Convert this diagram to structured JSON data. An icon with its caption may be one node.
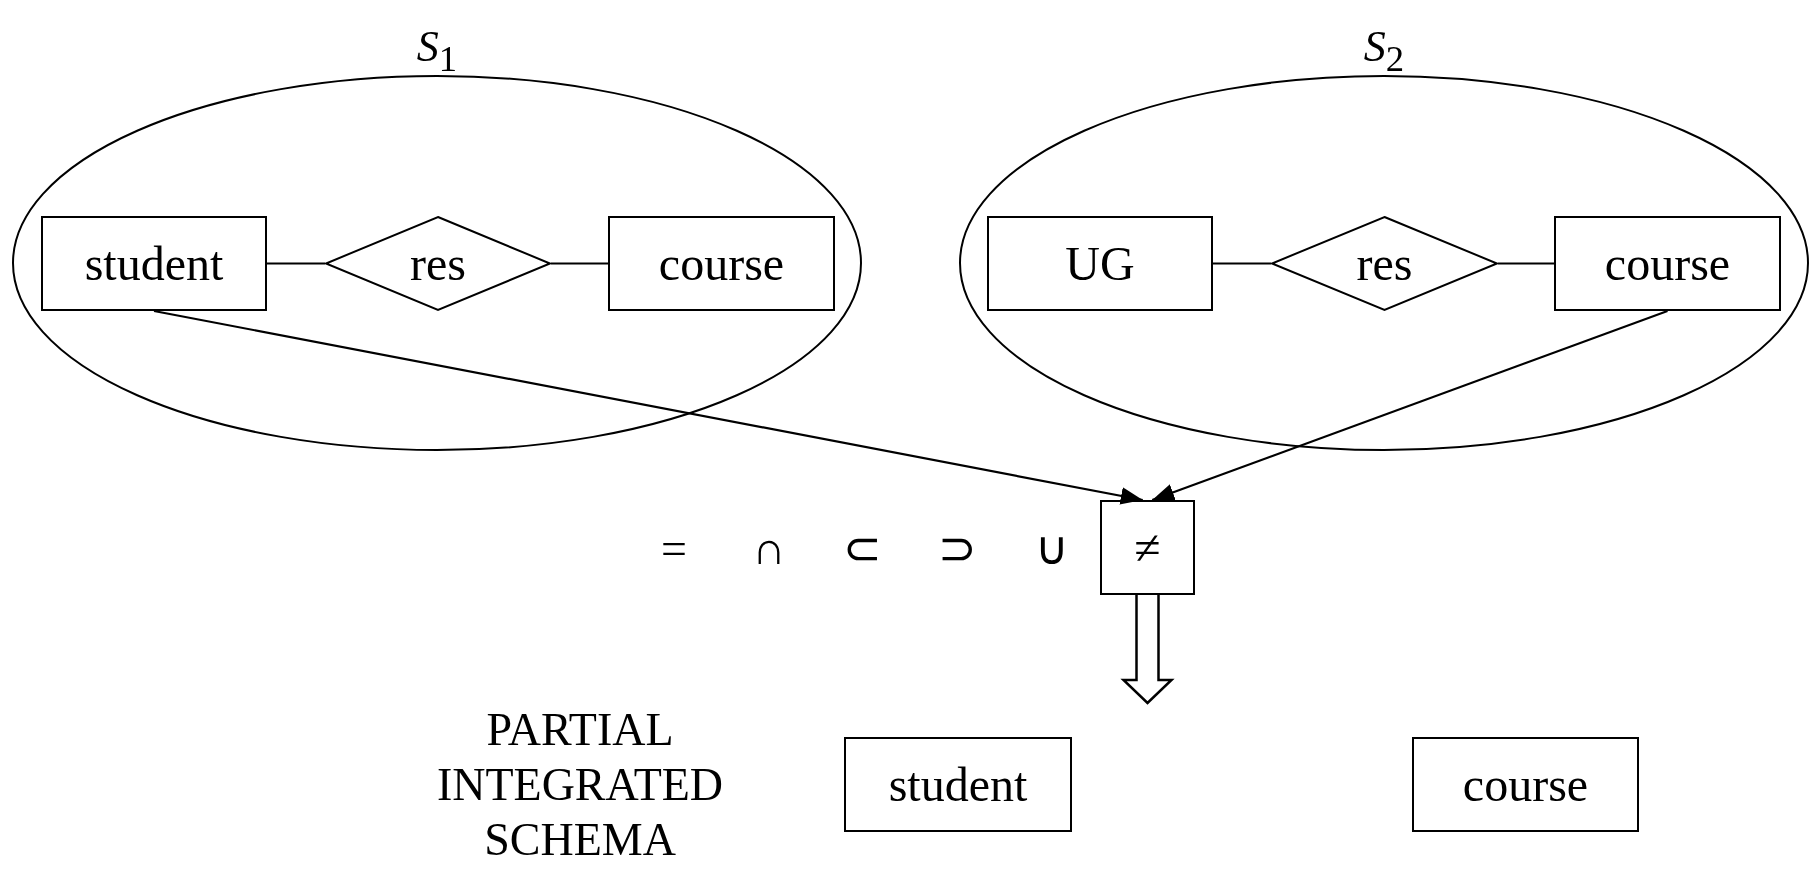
{
  "diagram": {
    "nodes": [
      {
        "text": [
          "*S*$_{1}$"
        ]
      },
      {
        "text": [
          "student"
        ],
        "in": 0
      },
      {
        "text": [
          "res"
        ],
        "in": 0
      },
      {
        "text": [
          "course"
        ],
        "in": 0
      },
      {
        "text": [
          "*S*$_{2}$"
        ]
      },
      {
        "text": [
          "UG"
        ],
        "in": 4
      },
      {
        "text": [
          "res"
        ],
        "in": 4
      },
      {
        "text": [
          "course"
        ],
        "in": 4
      },
      {
        "text": [
          "≠"
        ]
      },
      {
        "text": [
          "student"
        ]
      },
      {
        "text": [
          "course"
        ]
      }
    ],
    "edges": [
      {
        "from": 1,
        "to": 2,
        "arrow": "none"
      },
      {
        "from": 2,
        "to": 3,
        "arrow": "none"
      },
      {
        "from": 5,
        "to": 6,
        "arrow": "none"
      },
      {
        "from": 6,
        "to": 7,
        "arrow": "none"
      },
      {
        "from": 1,
        "to": 8,
        "arrow": "to"
      },
      {
        "from": 7,
        "to": 8,
        "arrow": "to"
      },
      {
        "from": 8,
        "to": null,
        "arrow": "to",
        "style": "thick"
      }
    ],
    "labels": [
      "=",
      "∩",
      "⊂",
      "⊃",
      "∪",
      "PARTIAL INTEGRATED SCHEMA"
    ]
  }
}
